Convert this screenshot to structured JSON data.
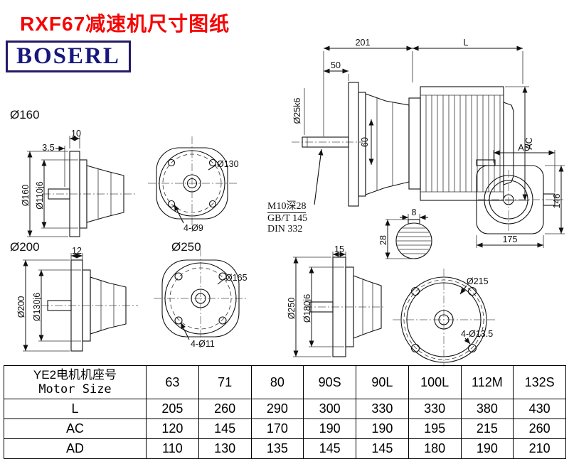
{
  "page": {
    "title": "RXF67减速机尺寸图纸",
    "logo_text": "BOSERL"
  },
  "labels": {
    "flange160": "Ø160",
    "flange200": "Ø200",
    "flange250": "Ø250"
  },
  "main_view": {
    "dim_201": "201",
    "dim_L": "L",
    "dim_50": "50",
    "shaft_dia": "Ø25k6",
    "dim_60": "60",
    "dim_AC": "AC"
  },
  "note": {
    "line1": "M10深28",
    "line2": "GB/T 145",
    "line3": "DIN 332"
  },
  "view160_side": {
    "dim_10": "10",
    "dim_35": "3.5",
    "dim_od": "Ø160",
    "dim_spigot": "Ø110j6"
  },
  "view160_front": {
    "dim_bc": "Ø130",
    "holes": "4-Ø9"
  },
  "section": {
    "dim_8": "8",
    "dim_28": "28"
  },
  "rear_view": {
    "dim_AD": "AD",
    "dim_146": "146",
    "dim_175": "175"
  },
  "view200_side": {
    "dim_12": "12",
    "dim_od": "Ø200",
    "dim_spigot": "Ø130j6"
  },
  "view200_front": {
    "dim_bc": "Ø165",
    "holes": "4-Ø11"
  },
  "view250_side": {
    "dim_15": "15",
    "dim_od": "Ø250",
    "dim_spigot": "Ø180j6"
  },
  "view250_front": {
    "dim_bc": "Ø215",
    "holes": "4-Ø13.5"
  },
  "table": {
    "header_cn": "YE2电机机座号",
    "header_en": "Motor Size",
    "columns": [
      "63",
      "71",
      "80",
      "90S",
      "90L",
      "100L",
      "112M",
      "132S"
    ],
    "rows": [
      {
        "label": "L",
        "values": [
          "205",
          "260",
          "290",
          "300",
          "330",
          "330",
          "380",
          "430"
        ]
      },
      {
        "label": "AC",
        "values": [
          "120",
          "145",
          "170",
          "190",
          "190",
          "195",
          "215",
          "260"
        ]
      },
      {
        "label": "AD",
        "values": [
          "110",
          "130",
          "135",
          "145",
          "145",
          "180",
          "190",
          "210"
        ]
      }
    ]
  }
}
